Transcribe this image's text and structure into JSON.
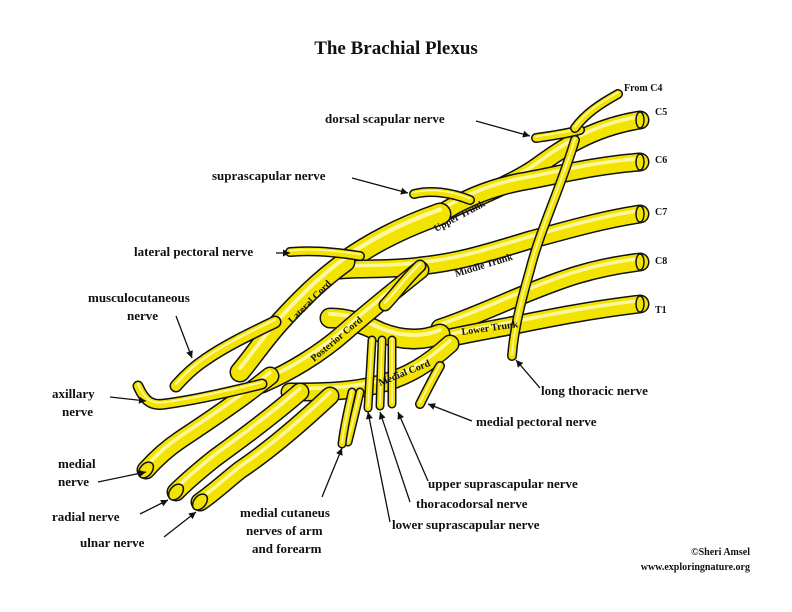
{
  "title": "The Brachial Plexus",
  "roots": {
    "from_c4": "From C4",
    "c5": "C5",
    "c6": "C6",
    "c7": "C7",
    "c8": "C8",
    "t1": "T1"
  },
  "trunks": {
    "upper": "Upper Trunk",
    "middle": "Middle Trunk",
    "lower": "Lower Trunk"
  },
  "cords": {
    "lateral": "Lateral Cord",
    "posterior": "Posterior Cord",
    "medial": "Medial Cord"
  },
  "labels": {
    "dorsal_scapular": "dorsal scapular nerve",
    "suprascapular": "suprascapular nerve",
    "lateral_pectoral": "lateral pectoral nerve",
    "musculocutaneous_1": "musculocutaneous",
    "musculocutaneous_2": "nerve",
    "axillary_1": "axillary",
    "axillary_2": "nerve",
    "medial_1": "medial",
    "medial_2": "nerve",
    "radial": "radial nerve",
    "ulnar": "ulnar nerve",
    "medial_cutaneous_1": "medial cutaneus",
    "medial_cutaneous_2": "nerves of arm",
    "medial_cutaneous_3": "and forearm",
    "upper_subscapular": "upper suprascapular nerve",
    "thoracodorsal": "thoracodorsal nerve",
    "lower_subscapular": "lower suprascapular nerve",
    "long_thoracic": "long thoracic nerve",
    "medial_pectoral": "medial pectoral nerve"
  },
  "credit": {
    "author": "©Sheri Amsel",
    "site": "www.exploringnature.org"
  },
  "colors": {
    "nerve_fill": "#f2e400",
    "nerve_highlight": "#fff7a0",
    "outline": "#111111",
    "background": "#ffffff"
  }
}
